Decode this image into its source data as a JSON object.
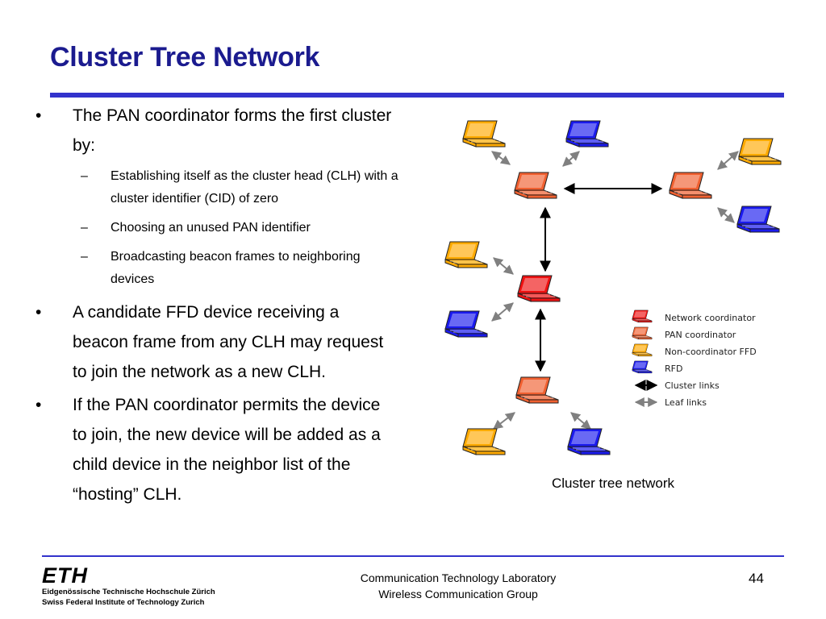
{
  "slide": {
    "title": "Cluster Tree Network",
    "bullets": [
      {
        "text": "The PAN coordinator forms the first cluster by:",
        "subitems": [
          "Establishing itself as the cluster head (CLH) with a cluster identifier (CID) of zero",
          "Choosing an unused PAN identifier",
          "Broadcasting beacon frames to neighboring devices"
        ]
      },
      {
        "text": "A candidate FFD device receiving a beacon frame from any CLH may request to join the network as a new CLH."
      },
      {
        "text": "If the PAN coordinator permits the device to join, the new device will be added as a child device in the neighbor list of the “hosting” CLH."
      }
    ],
    "bullet_glyph": "•",
    "dash_glyph": "–"
  },
  "diagram": {
    "caption": "Cluster tree network",
    "legend": {
      "network_coordinator": "Network coordinator",
      "pan_coordinator": "PAN coordinator",
      "non_coordinator_ffd": "Non-coordinator FFD",
      "rfd": "RFD",
      "cluster_links": "Cluster links",
      "leaf_links": "Leaf links"
    },
    "colors": {
      "network_coordinator": "#ee1111",
      "pan_coordinator": "#f06030",
      "non_coordinator_ffd": "#ffaa00",
      "rfd": "#1a1aee",
      "cluster_link": "#000000",
      "leaf_link": "#808080"
    }
  },
  "footer": {
    "logo": "ETH",
    "institution_de": "Eidgenössische Technische Hochschule Zürich",
    "institution_en": "Swiss Federal Institute of Technology Zurich",
    "lab_line1": "Communication Technology Laboratory",
    "lab_line2": "Wireless Communication Group",
    "page_number": "44"
  }
}
